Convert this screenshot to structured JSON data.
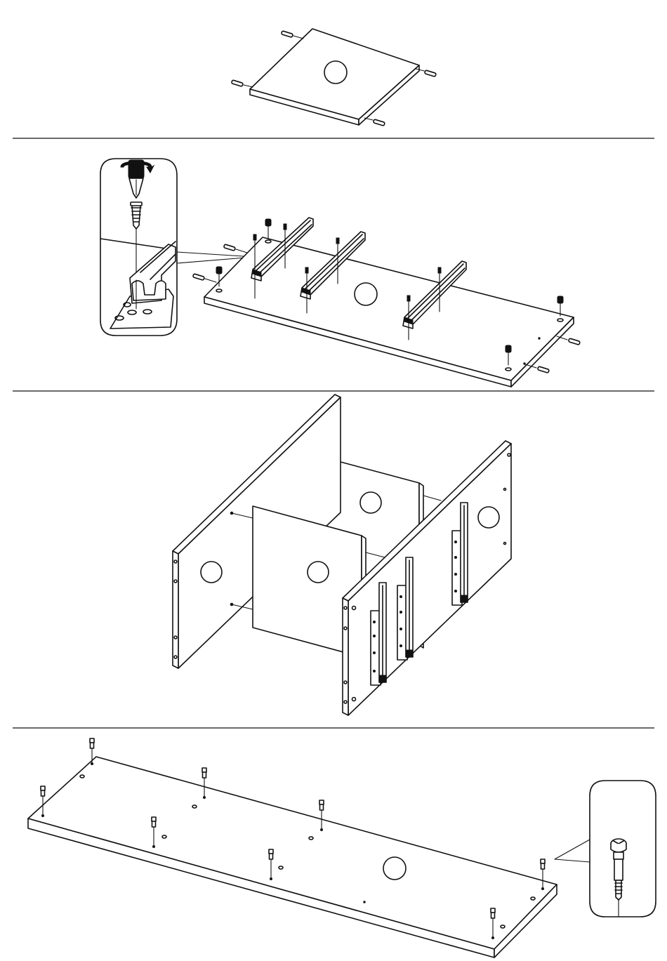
{
  "page": {
    "background": "#ffffff",
    "line_color": "#111111"
  },
  "steps": [
    {
      "id": "step-1",
      "subject": "square-panel-with-dowels"
    },
    {
      "id": "step-2",
      "subject": "bottom-panel-with-drawer-runners",
      "callout": "screw-driving-detail"
    },
    {
      "id": "step-3",
      "subject": "side-and-divider-panels-assembly"
    },
    {
      "id": "step-4",
      "subject": "top-panel-with-cam-bolts",
      "callout": "cam-bolt-detail"
    }
  ],
  "icons": [
    "screwdriver-icon",
    "rotation-arrow-icon",
    "screw-icon",
    "cam-bolt-icon"
  ]
}
